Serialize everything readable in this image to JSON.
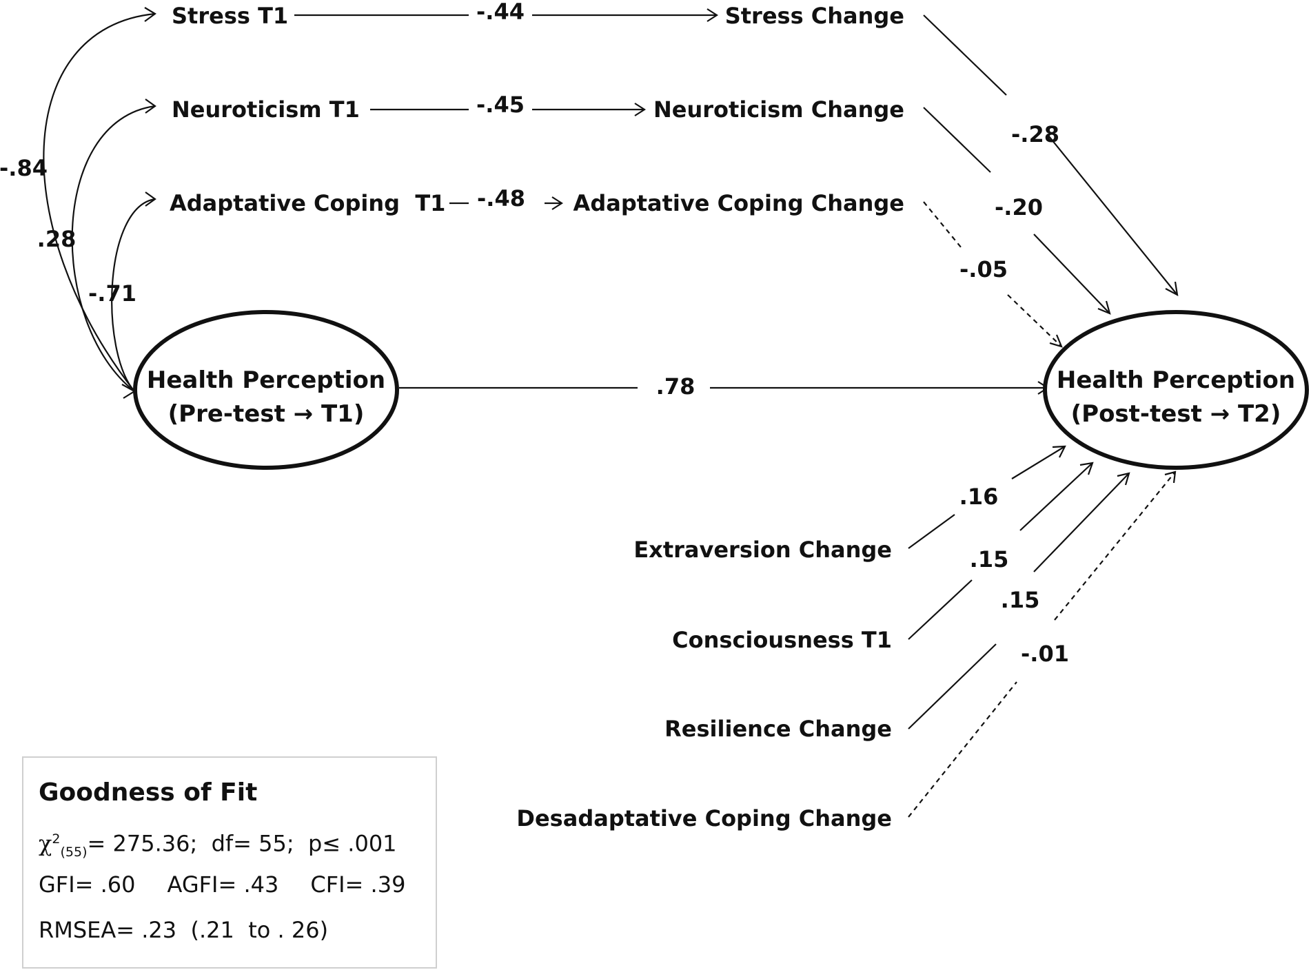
{
  "nodes": {
    "stress_t1": "Stress T1",
    "neuroticism_t1": "Neuroticism T1",
    "adaptative_t1": "Adaptative Coping  T1",
    "stress_change": "Stress Change",
    "neuroticism_change": "Neuroticism Change",
    "adaptative_change": "Adaptative Coping Change",
    "extraversion_change": "Extraversion Change",
    "consciousness_t1": "Consciousness T1",
    "resilience_change": "Resilience Change",
    "desadaptative_change": "Desadaptative Coping Change",
    "hp_pre_line1": "Health Perception",
    "hp_pre_line2": "(Pre-test → T1)",
    "hp_post_line1": "Health Perception",
    "hp_post_line2": "(Post-test → T2)"
  },
  "coefficients": {
    "stress_t1_to_change": "-.44",
    "neuroticism_t1_to_change": "-.45",
    "adaptative_t1_to_change": "-.48",
    "stress_change_to_hp_post": "-.28",
    "neuroticism_change_to_hp_post": "-.20",
    "adaptative_change_to_hp_post": "-.05",
    "hp_pre_to_hp_post": ".78",
    "stress_t1_hp_pre": "-.84",
    "neuroticism_t1_hp_pre": ".28",
    "adaptative_t1_hp_pre": "-.71",
    "extraversion_change_to_hp_post": ".16",
    "consciousness_t1_to_hp_post": ".15",
    "resilience_change_to_hp_post": ".15",
    "desadaptative_change_to_hp_post": "-.01"
  },
  "goodness_of_fit": {
    "title": "Goodness of Fit",
    "chi_symbol": "χ",
    "chi_sup": "2",
    "chi_sub": "(55)",
    "chi_rest": "= 275.36;  df= 55;  p≤ .001",
    "gfi": "GFI= .60",
    "agfi": "AGFI= .43",
    "cfi": "CFI= .39",
    "rmsea": "RMSEA= .23  (.21  to . 26)"
  },
  "colors": {
    "stroke": "#111111",
    "box_border": "#cfcfcf",
    "background": "#ffffff"
  }
}
